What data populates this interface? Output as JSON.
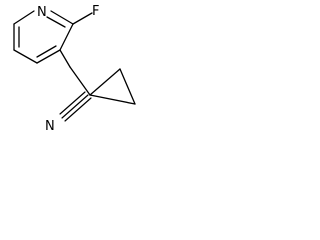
{
  "molecule": {
    "atoms": {
      "nitrogen_ring": "N",
      "fluorine": "F",
      "nitrile_nitrogen": "N"
    },
    "colors": {
      "bond": "#000000",
      "background": "#ffffff",
      "label": "#000000"
    }
  }
}
